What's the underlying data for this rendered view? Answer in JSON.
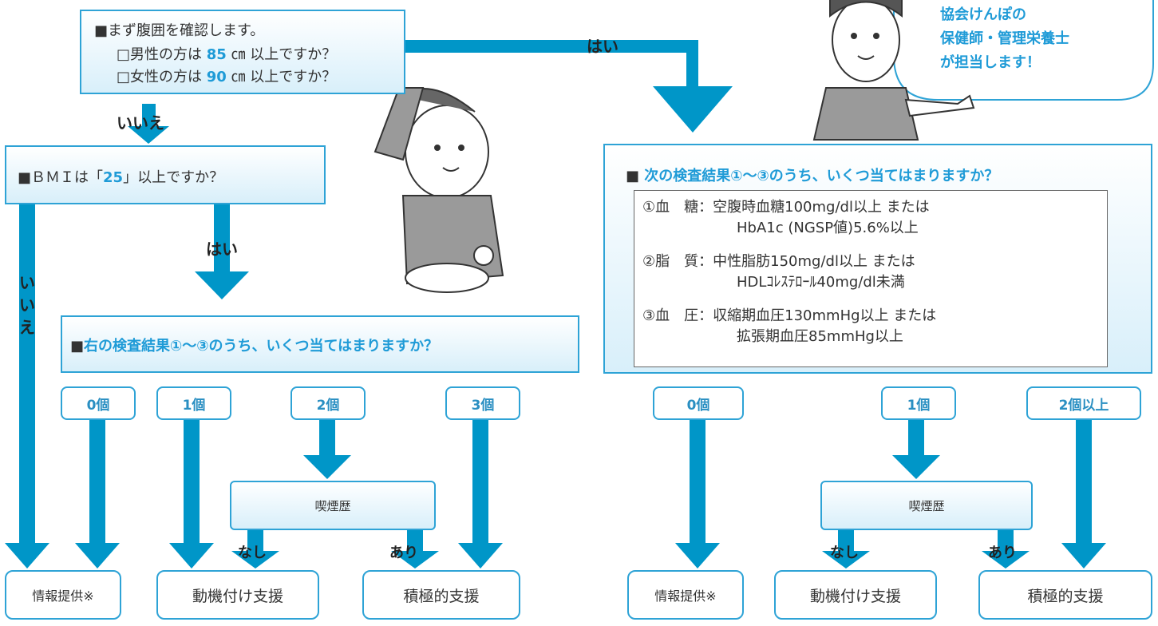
{
  "waist": {
    "line1": "■まず腹囲を確認します。",
    "male_pre": "□男性の方は ",
    "male_num": "85",
    "male_post": " ㎝ 以上ですか？",
    "female_pre": "□女性の方は ",
    "female_num": "90",
    "female_post": " ㎝ 以上ですか？"
  },
  "labels": {
    "yes_top": "はい",
    "no_top": "いいえ",
    "yes_bmi": "はい",
    "no_bmi_v": "いいえ",
    "nashi": "なし",
    "ari": "あり"
  },
  "bmi": {
    "pre": "■ＢＭＩは「",
    "num": "25",
    "post": "」以上ですか？"
  },
  "left_question": {
    "marker": "■",
    "text": "右の検査結果①～③のうち、いくつ当てはまりますか？"
  },
  "right_question": {
    "marker": "■",
    "text": "次の検査結果①～③のうち、いくつ当てはまりますか？"
  },
  "criteria": [
    {
      "label": "①血　糖：",
      "line1": "空腹時血糖100mg/dl以上 または",
      "line2": "HbA1c (NGSP値)5.6%以上"
    },
    {
      "label": "②脂　質：",
      "line1": "中性脂肪150mg/dl以上 または",
      "line2": "HDLｺﾚｽﾃﾛｰﾙ40mg/dl未満"
    },
    {
      "label": "③血　圧：",
      "line1": "収縮期血圧130mmHg以上 または",
      "line2": "拡張期血圧85mmHg以上"
    }
  ],
  "left_counts": [
    "0個",
    "1個",
    "2個",
    "3個"
  ],
  "right_counts": [
    "0個",
    "1個",
    "2個以上"
  ],
  "smoking": "喫煙歴",
  "results": {
    "info": "情報提供※",
    "motivation": "動機付け支援",
    "active": "積極的支援"
  },
  "speech": [
    "協会けんぽの",
    "保健師・管理栄養士",
    "が担当します！"
  ],
  "colors": {
    "arrow": "#0099cc",
    "border": "#2ea3d6",
    "accent": "#1f9bd7"
  }
}
